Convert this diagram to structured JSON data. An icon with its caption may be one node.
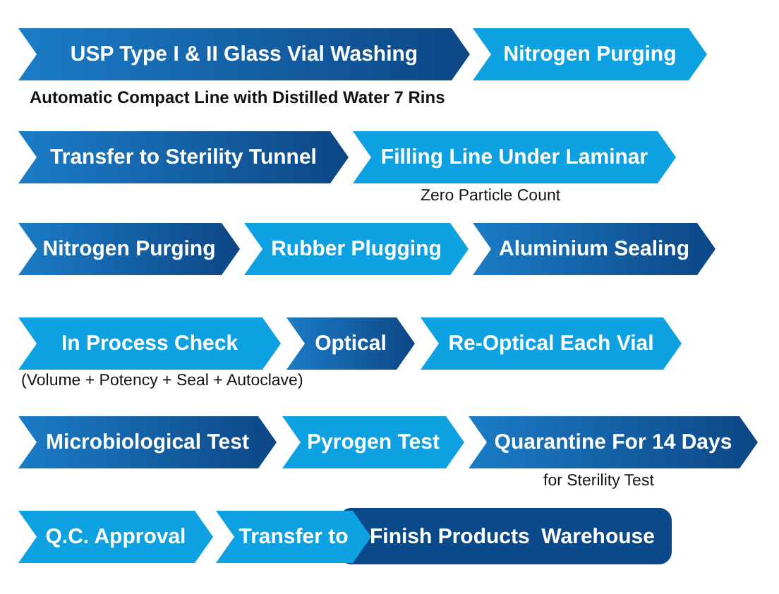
{
  "diagram": {
    "nodes": [
      {
        "text": [
          "USP Type I & II Glass Vial Washing"
        ],
        "beside": [
          "Automatic Compact Line with Distilled Water 7 Rins"
        ]
      },
      {
        "text": [
          "Nitrogen Purging"
        ]
      },
      {
        "text": [
          "Transfer to Sterility Tunnel"
        ]
      },
      {
        "text": [
          "Filling Line Under Laminar"
        ],
        "beside": [
          "Zero Particle Count"
        ]
      },
      {
        "text": [
          "Nitrogen Purging"
        ]
      },
      {
        "text": [
          "Rubber Plugging"
        ]
      },
      {
        "text": [
          "Aluminium Sealing"
        ]
      },
      {
        "text": [
          "In Process Check"
        ],
        "beside": [
          "(Volume + Potency + Seal + Autoclave)"
        ]
      },
      {
        "text": [
          "Optical"
        ]
      },
      {
        "text": [
          "Re-Optical Each Vial"
        ]
      },
      {
        "text": [
          "Microbiological Test"
        ]
      },
      {
        "text": [
          "Pyrogen Test"
        ]
      },
      {
        "text": [
          "Quarantine For 14 Days"
        ],
        "beside": [
          "for Sterility Test"
        ]
      },
      {
        "text": [
          "Q.C. Approval"
        ]
      },
      {
        "text": [
          "Transfer to"
        ]
      },
      {
        "text": [
          "Finish Products  Warehouse"
        ]
      }
    ]
  }
}
